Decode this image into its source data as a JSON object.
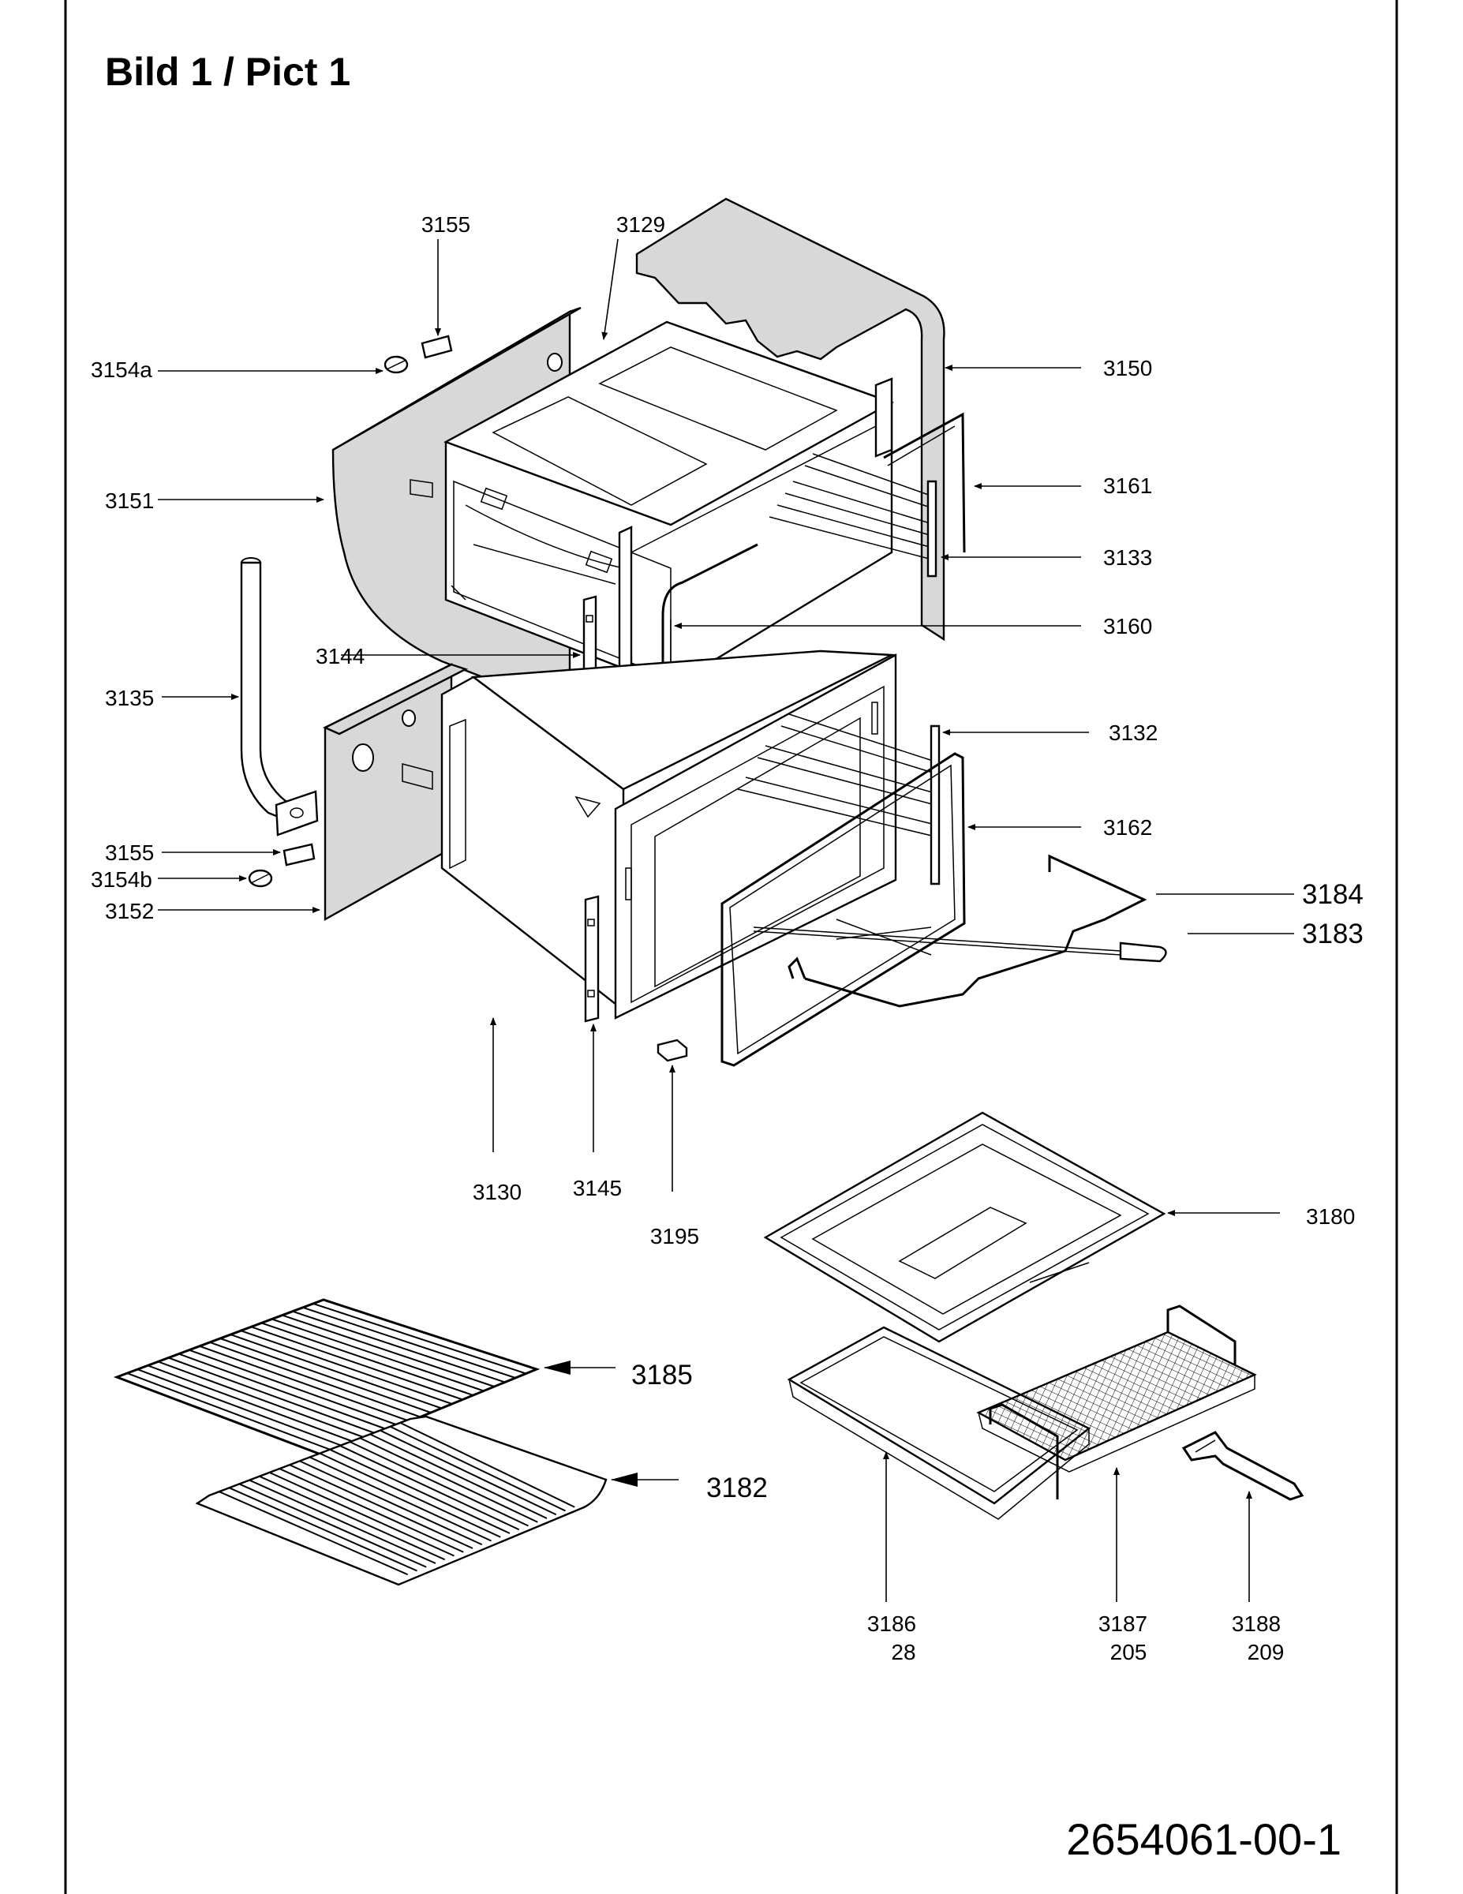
{
  "title": "Bild 1 / Pict 1",
  "document_number": "2654061-00-1",
  "callouts": {
    "c3155a": "3155",
    "c3129": "3129",
    "c3154a": "3154a",
    "c3150": "3150",
    "c3161": "3161",
    "c3151": "3151",
    "c3133": "3133",
    "c3160": "3160",
    "c3144": "3144",
    "c3135": "3135",
    "c3132": "3132",
    "c3162": "3162",
    "c3155b": "3155",
    "c3154b": "3154b",
    "c3152": "3152",
    "c3184": "3184",
    "c3183": "3183",
    "c3130": "3130",
    "c3145": "3145",
    "c3195": "3195",
    "c3180": "3180",
    "c3185": "3185",
    "c3182": "3182",
    "c3186": "3186",
    "c3186q": "28",
    "c3187": "3187",
    "c3187q": "205",
    "c3188": "3188",
    "c3188q": "209"
  }
}
